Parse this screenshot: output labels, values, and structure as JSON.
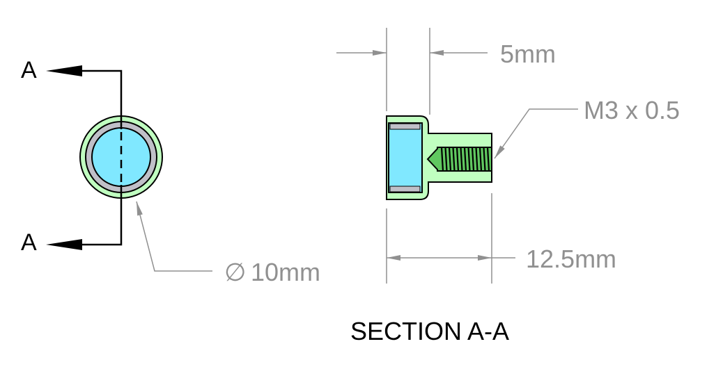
{
  "front_view": {
    "section_marker_top": "A",
    "section_marker_bottom": "A",
    "diameter_symbol": "∅",
    "diameter_label": "10mm"
  },
  "section_view": {
    "head_width_label": "5mm",
    "thread_label": "M3 x 0.5",
    "length_label": "12.5mm",
    "title": "SECTION A-A"
  },
  "colors": {
    "body": "#c0ffc0",
    "socket": "#80e8ff",
    "ring": "#c0c0c8",
    "dimension": "#909090",
    "outline": "#000000"
  }
}
